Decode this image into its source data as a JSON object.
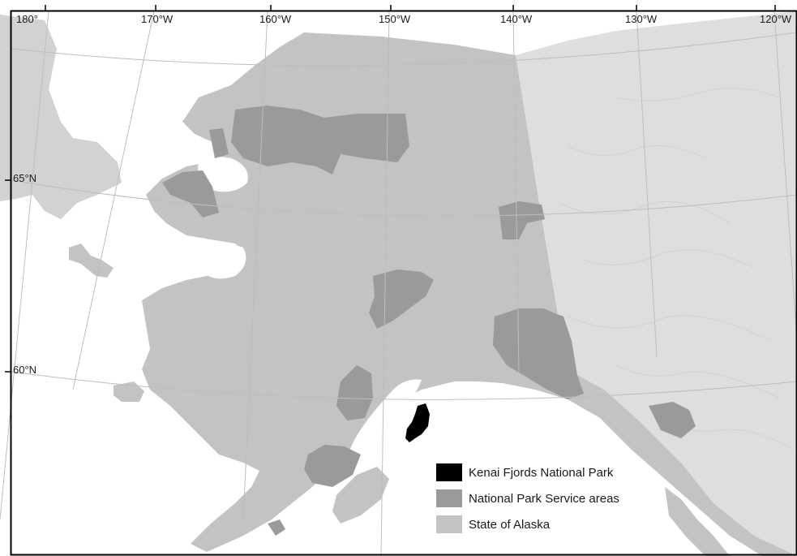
{
  "map": {
    "longitude_labels": [
      "180°",
      "170°W",
      "160°W",
      "150°W",
      "140°W",
      "130°W",
      "120°W"
    ],
    "latitude_labels": [
      "65°N",
      "60°N"
    ],
    "legend": [
      {
        "label": "Kenai Fjords National Park",
        "color": "#000000"
      },
      {
        "label": "National Park Service areas",
        "color": "#9a9a9a"
      },
      {
        "label": "State of Alaska",
        "color": "#c3c3c3"
      }
    ],
    "colors": {
      "ocean": "#ffffff",
      "alaska": "#c3c3c3",
      "nps_areas": "#9a9a9a",
      "kenai_fjords": "#000000",
      "canada_terrain": "#dedede",
      "russia": "#d2d2d2",
      "graticule": "#bdbdbd",
      "frame": "#000000"
    }
  }
}
